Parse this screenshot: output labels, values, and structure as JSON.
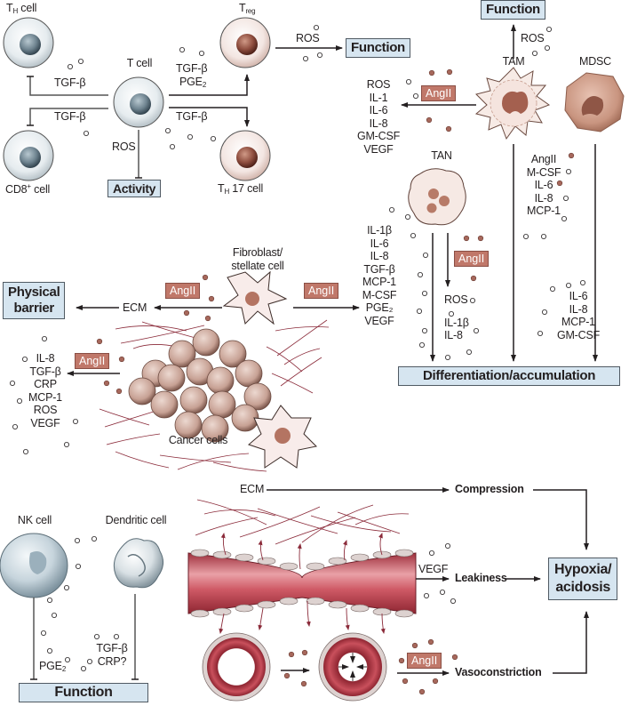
{
  "colors": {
    "box_fill": "#d6e5f0",
    "box_border": "#505a63",
    "angii_fill": "#c0786a",
    "fiber": "#8b2b3a",
    "vessel": "#c9505c",
    "t_cell_nucleus": "#7d8f99",
    "treg_nucleus": "#8a4b3e"
  },
  "top_left": {
    "th_cell": {
      "main": "T",
      "sub": "H",
      "rest": " cell"
    },
    "treg": {
      "main": "T",
      "sub": "reg"
    },
    "t_cell": "T cell",
    "cd8_cell": {
      "main": "CD8",
      "sup": "+",
      "rest": " cell"
    },
    "th17_cell": {
      "main": "T",
      "sub": "H",
      "rest": " 17 cell"
    },
    "tgf_beta_th": "TGF-β",
    "tgf_beta_cd8": "TGF-β",
    "tgf_beta_treg": "TGF-β",
    "pge2": {
      "main": "PGE",
      "sub": "2"
    },
    "tgf_beta_th17": "TGF-β",
    "ros_activity": "ROS",
    "activity_box": "Activity",
    "ros_function": "ROS",
    "function_box": "Function"
  },
  "top_right": {
    "function_box": "Function",
    "ros": "ROS",
    "tam": "TAM",
    "mdsc": "MDSC",
    "tan": "TAN",
    "tam_secreted": [
      "ROS",
      "IL-1",
      "IL-6",
      "IL-8",
      "GM-CSF",
      "VEGF"
    ],
    "angii_label": "AngII",
    "tam_column": [
      "AngII",
      "M-CSF",
      "IL-6",
      "IL-8",
      "MCP-1"
    ],
    "mdsc_column": [
      "IL-6",
      "IL-8",
      "MCP-1",
      "GM-CSF"
    ],
    "tan_left": [
      "IL-1β",
      "IL-6",
      "IL-8",
      "TGF-β",
      "MCP-1",
      "M-CSF",
      "PGE₂",
      "VEGF"
    ],
    "tan_angii": "AngII",
    "tan_right": [
      "ROS",
      "IL-1β",
      "IL-8"
    ],
    "differentiation_box": "Differentiation/accumulation"
  },
  "middle": {
    "fibroblast_label": [
      "Fibroblast/",
      "stellate cell"
    ],
    "angii_left": "AngII",
    "angii_right": "AngII",
    "ecm": "ECM",
    "physical_barrier_box": [
      "Physical",
      "barrier"
    ],
    "angii_cancer": "AngII",
    "cancer_secreted": [
      "IL-8",
      "TGF-β",
      "CRP",
      "MCP-1",
      "ROS",
      "VEGF"
    ],
    "cancer_cells_label": "Cancer cells"
  },
  "bottom": {
    "nk_cell": "NK cell",
    "dendritic_cell": "Dendritic cell",
    "pge2": {
      "main": "PGE",
      "sub": "2"
    },
    "dc_factors": [
      "TGF-β",
      "CRP?"
    ],
    "function_box": "Function",
    "ecm": "ECM",
    "compression": "Compression",
    "vegf": "VEGF",
    "leakiness": "Leakiness",
    "angii": "AngII",
    "vasoconstriction": "Vasoconstriction",
    "hypoxia_box": [
      "Hypoxia/",
      "acidosis"
    ]
  }
}
